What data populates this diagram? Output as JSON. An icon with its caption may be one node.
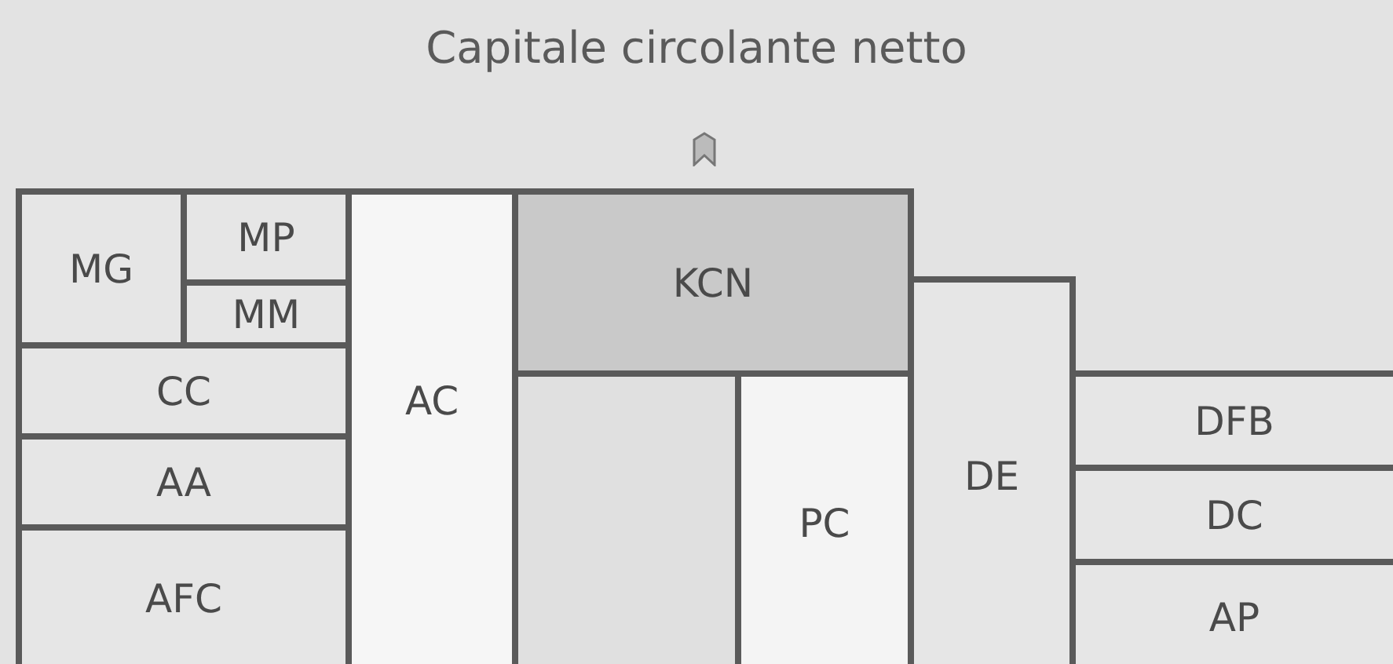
{
  "diagram": {
    "title": "Capitale circolante netto",
    "nodes": [
      {
        "text": [
          "MG"
        ]
      },
      {
        "text": [
          "MP"
        ]
      },
      {
        "text": [
          "MM"
        ]
      },
      {
        "text": [
          "CC"
        ]
      },
      {
        "text": [
          "AA"
        ]
      },
      {
        "text": [
          "AFC"
        ]
      },
      {
        "text": [
          "AC"
        ]
      },
      {
        "text": [
          "KCN"
        ]
      },
      {
        "text": [
          "PC"
        ]
      },
      {
        "text": [
          "DE"
        ]
      },
      {
        "text": [
          "DFB"
        ]
      },
      {
        "text": [
          "DC"
        ]
      },
      {
        "text": [
          "AP"
        ]
      }
    ]
  }
}
